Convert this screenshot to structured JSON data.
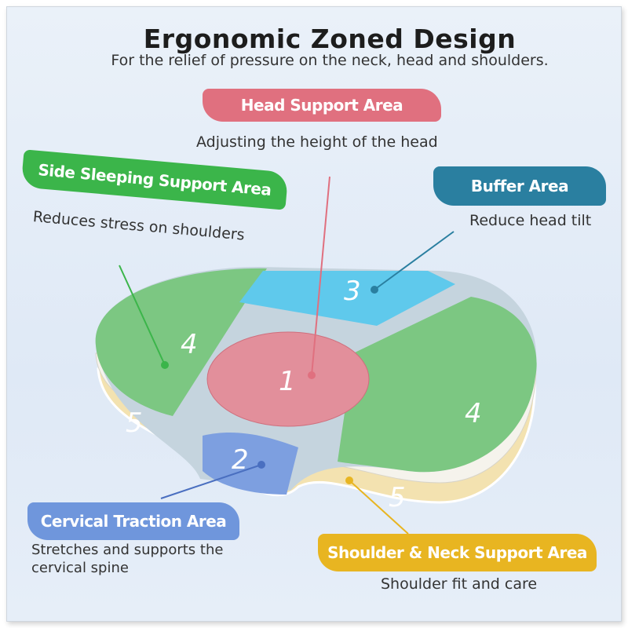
{
  "header": {
    "title": "Ergonomic Zoned Design",
    "subtitle": "For the relief of pressure on the neck, head and shoulders."
  },
  "zones": {
    "head": {
      "label": "Head Support Area",
      "description": "Adjusting the height of the head",
      "number": "1",
      "color": "#e0707f"
    },
    "cervical": {
      "label": "Cervical Traction Area",
      "description_line1": "Stretches and supports the",
      "description_line2": "cervical spine",
      "number": "2",
      "color": "#6f96dc"
    },
    "buffer": {
      "label": "Buffer Area",
      "description": "Reduce head tilt",
      "number": "3",
      "color": "#2a7fa0"
    },
    "side": {
      "label": "Side Sleeping Support Area",
      "description": "Reduces stress on shoulders",
      "number": "4",
      "color": "#3bb54a"
    },
    "shoulder": {
      "label": "Shoulder & Neck Support Area",
      "description": "Shoulder fit and care",
      "number": "5",
      "color": "#e8b521"
    }
  }
}
